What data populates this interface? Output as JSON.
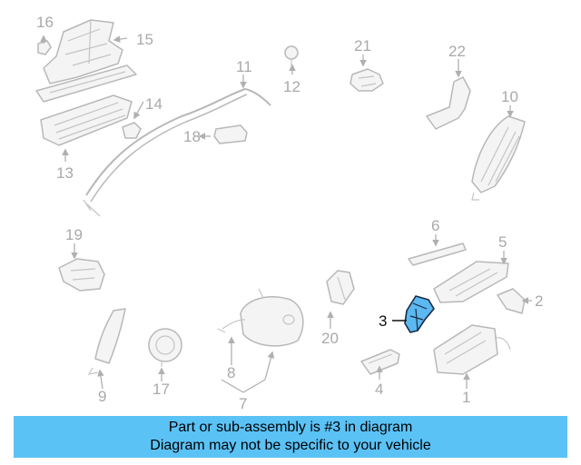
{
  "diagram": {
    "highlighted_part": "3",
    "callouts": [
      "1",
      "2",
      "3",
      "4",
      "5",
      "6",
      "7",
      "8",
      "9",
      "10",
      "11",
      "12",
      "13",
      "14",
      "15",
      "16",
      "17",
      "18",
      "19",
      "20",
      "21",
      "22"
    ]
  },
  "banner": {
    "line1": "Part or sub-assembly is #3 in diagram",
    "line2": "Diagram may not be specific to your vehicle",
    "color": "#5bc2f6"
  },
  "highlight_color": "#5bb8f0"
}
